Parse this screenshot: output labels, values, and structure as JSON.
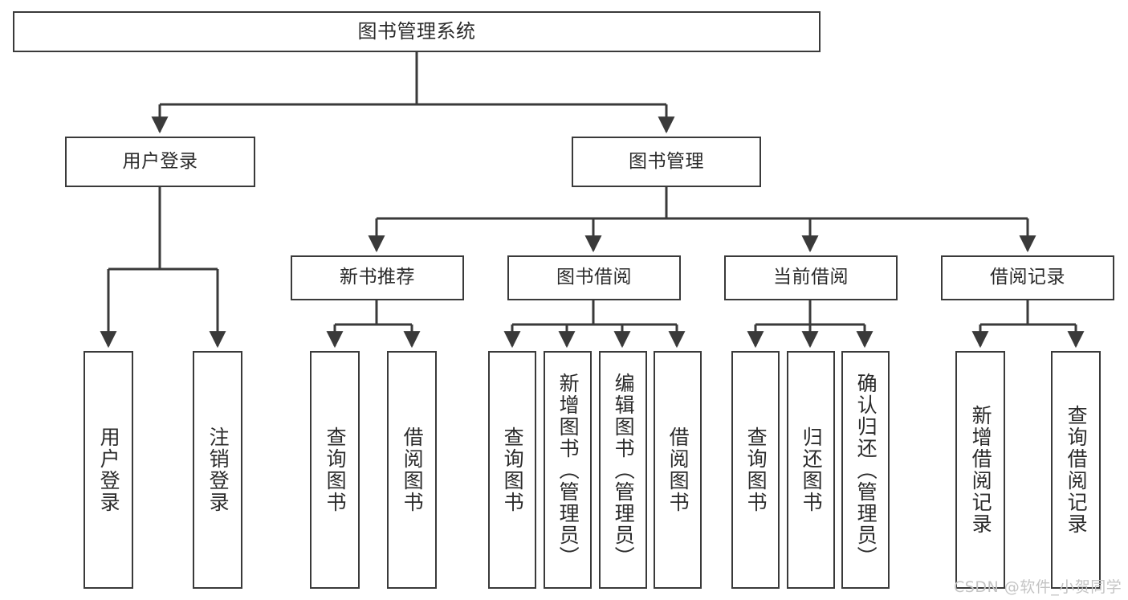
{
  "diagram": {
    "title": "图书管理系统",
    "type": "hierarchy-tree",
    "background_color": "#ffffff",
    "box_border_color": "#3a3a3a",
    "text_color": "#2b2b2b",
    "connector_color": "#3a3a3a"
  },
  "nodes": {
    "root": {
      "label": "图书管理系统"
    },
    "level2": [
      {
        "label": "用户登录"
      },
      {
        "label": "图书管理"
      }
    ],
    "level3": [
      {
        "label": "新书推荐"
      },
      {
        "label": "图书借阅"
      },
      {
        "label": "当前借阅"
      },
      {
        "label": "借阅记录"
      }
    ],
    "leaves_user_login": [
      {
        "label": "用户登录"
      },
      {
        "label": "注销登录"
      }
    ],
    "leaves_new_books": [
      {
        "label": "查询图书"
      },
      {
        "label": "借阅图书"
      }
    ],
    "leaves_borrow": [
      {
        "label": "查询图书"
      },
      {
        "label": "新增图书（管理员）"
      },
      {
        "label": "编辑图书（管理员）"
      },
      {
        "label": "借阅图书"
      }
    ],
    "leaves_current": [
      {
        "label": "查询图书"
      },
      {
        "label": "归还图书"
      },
      {
        "label": "确认归还（管理员）"
      }
    ],
    "leaves_records": [
      {
        "label": "新增借阅记录"
      },
      {
        "label": "查询借阅记录"
      }
    ]
  },
  "watermark": {
    "text": "CSDN @软件_小贺同学"
  }
}
